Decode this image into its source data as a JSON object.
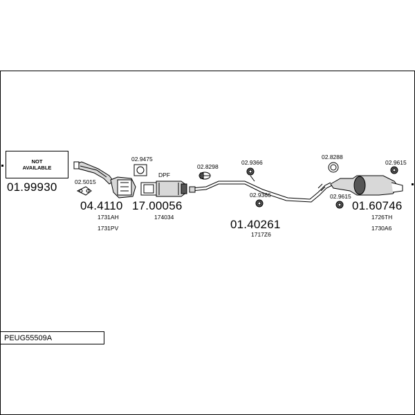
{
  "sheet": {
    "warning_box_text": "NOT\nAVAILABLE",
    "code": "PEUG55509A"
  },
  "parts": {
    "unavailable": {
      "number": "01.99930"
    },
    "front": {
      "number": "04.4110",
      "refs": [
        "1731AH",
        "1731PV"
      ],
      "gasket": "02.5015"
    },
    "dpf": {
      "number": "17.00056",
      "label": "DPF",
      "ref": "174034",
      "gasket": "02.9475"
    },
    "middle": {
      "number": "01.40261",
      "ref": "1717Z6",
      "clamp": "02.8298",
      "rubber_top": "02.9366",
      "rubber_bottom": "02.9366"
    },
    "rear": {
      "number": "01.60746",
      "refs": [
        "1726TH",
        "1730A6"
      ],
      "ring": "02.8288",
      "rubber_top": "02.9615",
      "rubber_bottom": "02.9615"
    }
  },
  "colors": {
    "line": "#000000",
    "fill": "#d8d8d8",
    "dark": "#555555"
  }
}
